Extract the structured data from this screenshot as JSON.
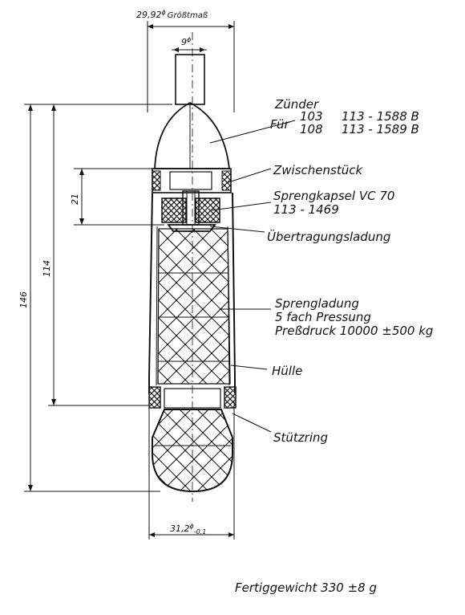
{
  "dimensions": {
    "top_diameter": "29,92",
    "top_diameter_sup": "ϕ",
    "top_diameter_suffix": "Größtmaß",
    "fuze_nose_diameter": "9",
    "fuze_nose_diameter_sup": "ϕ",
    "bottom_diameter": "31,2",
    "bottom_diameter_sup": "ϕ",
    "bottom_diameter_tol": "-0,1",
    "length_total": "146",
    "length_mid": "114",
    "length_small": "21"
  },
  "labels": {
    "zuender": "Zünder",
    "fuer": "Für",
    "variant_1_code": "103",
    "variant_1_part": "113 - 1588 B",
    "variant_2_code": "108",
    "variant_2_part": "113 - 1589 B",
    "zwischenstueck": "Zwischenstück",
    "sprengkapsel": "Sprengkapsel VC 70",
    "sprengkapsel_part": "113 - 1469",
    "uebertragungsladung": "Übertragungsladung",
    "sprengladung": "Sprengladung",
    "pressung": "5 fach Pressung",
    "pressdruck": "Preßdruck 10000 ±500 kg",
    "huelle": "Hülle",
    "stuetzring": "Stützring"
  },
  "footer": {
    "weight": "Fertiggewicht 330 ±8 g"
  }
}
